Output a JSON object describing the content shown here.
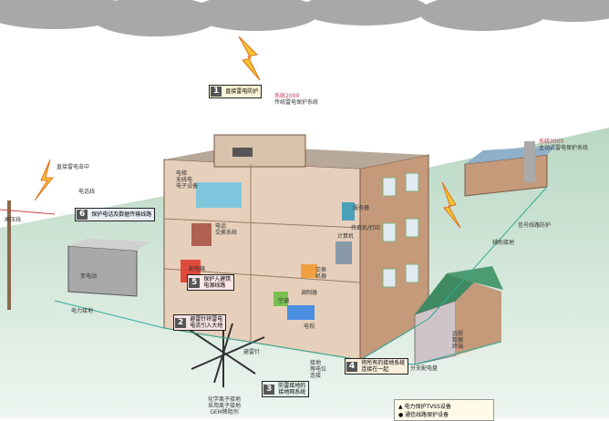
{
  "diagram": {
    "top_box": {
      "num": "1",
      "text": "直接雷电防护"
    },
    "system_left": {
      "title": "系统2000",
      "subtitle": "传统雷电保护系统"
    },
    "system_right": {
      "title": "系统3000",
      "subtitle": "主动式雷电保护系统"
    },
    "direct_strike": "直接雷电击中",
    "phone_line": "电话线",
    "hv_line": "高压线",
    "substation": "变电站",
    "power_ground": "电力接地",
    "box6": {
      "num": "6",
      "text": "保护电话及数据传输线路"
    },
    "box5": {
      "num": "5",
      "text": [
        "保护入建筑",
        "电源线路"
      ]
    },
    "box2": {
      "num": "2",
      "text": [
        "避雷针将雷电",
        "电流引入大地"
      ]
    },
    "box3": {
      "num": "3",
      "text": [
        "防雷接地的",
        "接地网系统"
      ]
    },
    "box4": {
      "num": "4",
      "text": [
        "将所有的接地系统",
        "连接在一起"
      ]
    },
    "rooms": {
      "equipment": [
        "电梯",
        "无线电",
        "电子设备"
      ],
      "pbx": [
        "电话",
        "交换系统"
      ],
      "dist": "配电箱",
      "server": "服务器",
      "fax": "传真机/打印",
      "computer": "计算机",
      "switch": [
        "交换",
        "机器"
      ],
      "modem": "调制器",
      "ac": "空调",
      "tv": "电视"
    },
    "rod": "避雷针",
    "ground_rod": [
      "化学离子接地",
      "采用离子接地",
      "GEM降阻剂"
    ],
    "bond": [
      "接地",
      "等电位",
      "连接"
    ],
    "branch_panel": "分支配电盘",
    "remote": [
      "远程",
      "数据",
      "终端"
    ],
    "signal_line": "信号线路防护",
    "aux_ground": "辅助接地",
    "legend": [
      "电力保护TVSS设备",
      "通信线路保护设备"
    ]
  },
  "colors": {
    "ground": "#cfe3d3",
    "wall": "#c9a98a",
    "roof": "#3f8a62"
  }
}
